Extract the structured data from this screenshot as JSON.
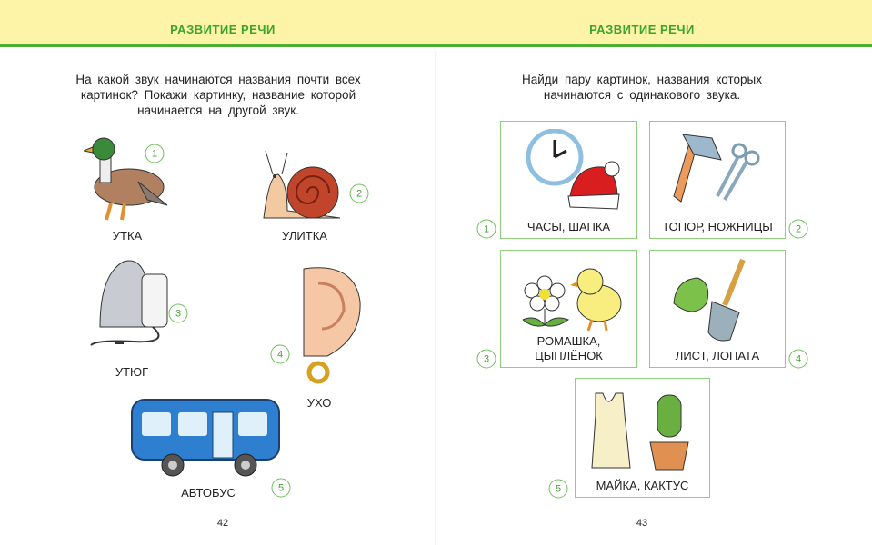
{
  "left_page": {
    "header": "РАЗВИТИЕ РЕЧИ",
    "instruction": [
      "На какой звук начинаются названия почти всех",
      "картинок? Покажи картинку, название которой",
      "начинается на другой звук."
    ],
    "items": [
      {
        "num": "1",
        "label": "УТКА",
        "icon": "duck"
      },
      {
        "num": "2",
        "label": "УЛИТКА",
        "icon": "snail"
      },
      {
        "num": "3",
        "label": "УТЮГ",
        "icon": "iron"
      },
      {
        "num": "4",
        "label": "УХО",
        "icon": "ear"
      },
      {
        "num": "5",
        "label": "АВТОБУС",
        "icon": "bus"
      }
    ],
    "page_number": "42"
  },
  "right_page": {
    "header": "РАЗВИТИЕ РЕЧИ",
    "instruction": [
      "Найди пару картинок, названия которых",
      "начинаются с одинакового звука."
    ],
    "cards": [
      {
        "num": "1",
        "label": "ЧАСЫ, ШАПКА"
      },
      {
        "num": "2",
        "label": "ТОПОР, НОЖНИЦЫ"
      },
      {
        "num": "3",
        "label": [
          "РОМАШКА,",
          "ЦЫПЛЁНОК"
        ]
      },
      {
        "num": "4",
        "label": "ЛИСТ, ЛОПАТА"
      },
      {
        "num": "5",
        "label": "МАЙКА, КАКТУС"
      }
    ],
    "page_number": "43"
  },
  "colors": {
    "header_bg": "#fdf4a8",
    "accent": "#3aa52b"
  }
}
